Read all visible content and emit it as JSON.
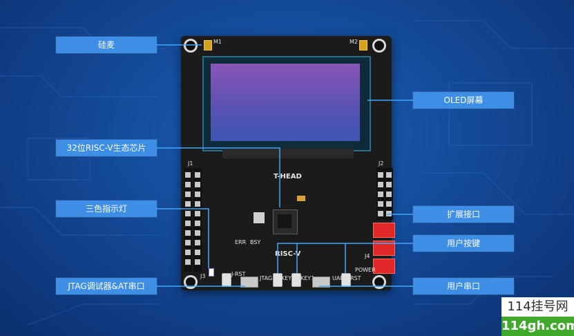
{
  "labels": {
    "mic": "硅麦",
    "oled": "OLED屏幕",
    "chip": "32位RISC-V生态芯片",
    "expansion": "扩展接口",
    "led": "三色指示灯",
    "user_button": "用户按键",
    "jtag": "JTAG调试器&AT串口",
    "uart": "用户串口"
  },
  "board": {
    "m1": "M1",
    "m2": "M2",
    "j1": "J1",
    "j2": "J2",
    "j3": "J3",
    "j4": "J4",
    "brand": "T-HEAD",
    "riscv": "RISC-V",
    "err": "ERR",
    "bsy": "BSY",
    "j_rst": "J-RST",
    "jtag": "JTAG",
    "key2": "KEY2",
    "key1": "KEY1",
    "uart": "UART",
    "rst": "RST",
    "power": "POWER"
  },
  "watermark": {
    "line1": "114挂号网",
    "line2": "114gh.com"
  },
  "colors": {
    "label_bg": "#3f8ee6",
    "connector": "#3fa8ff",
    "watermark_green": "#40a92c"
  }
}
